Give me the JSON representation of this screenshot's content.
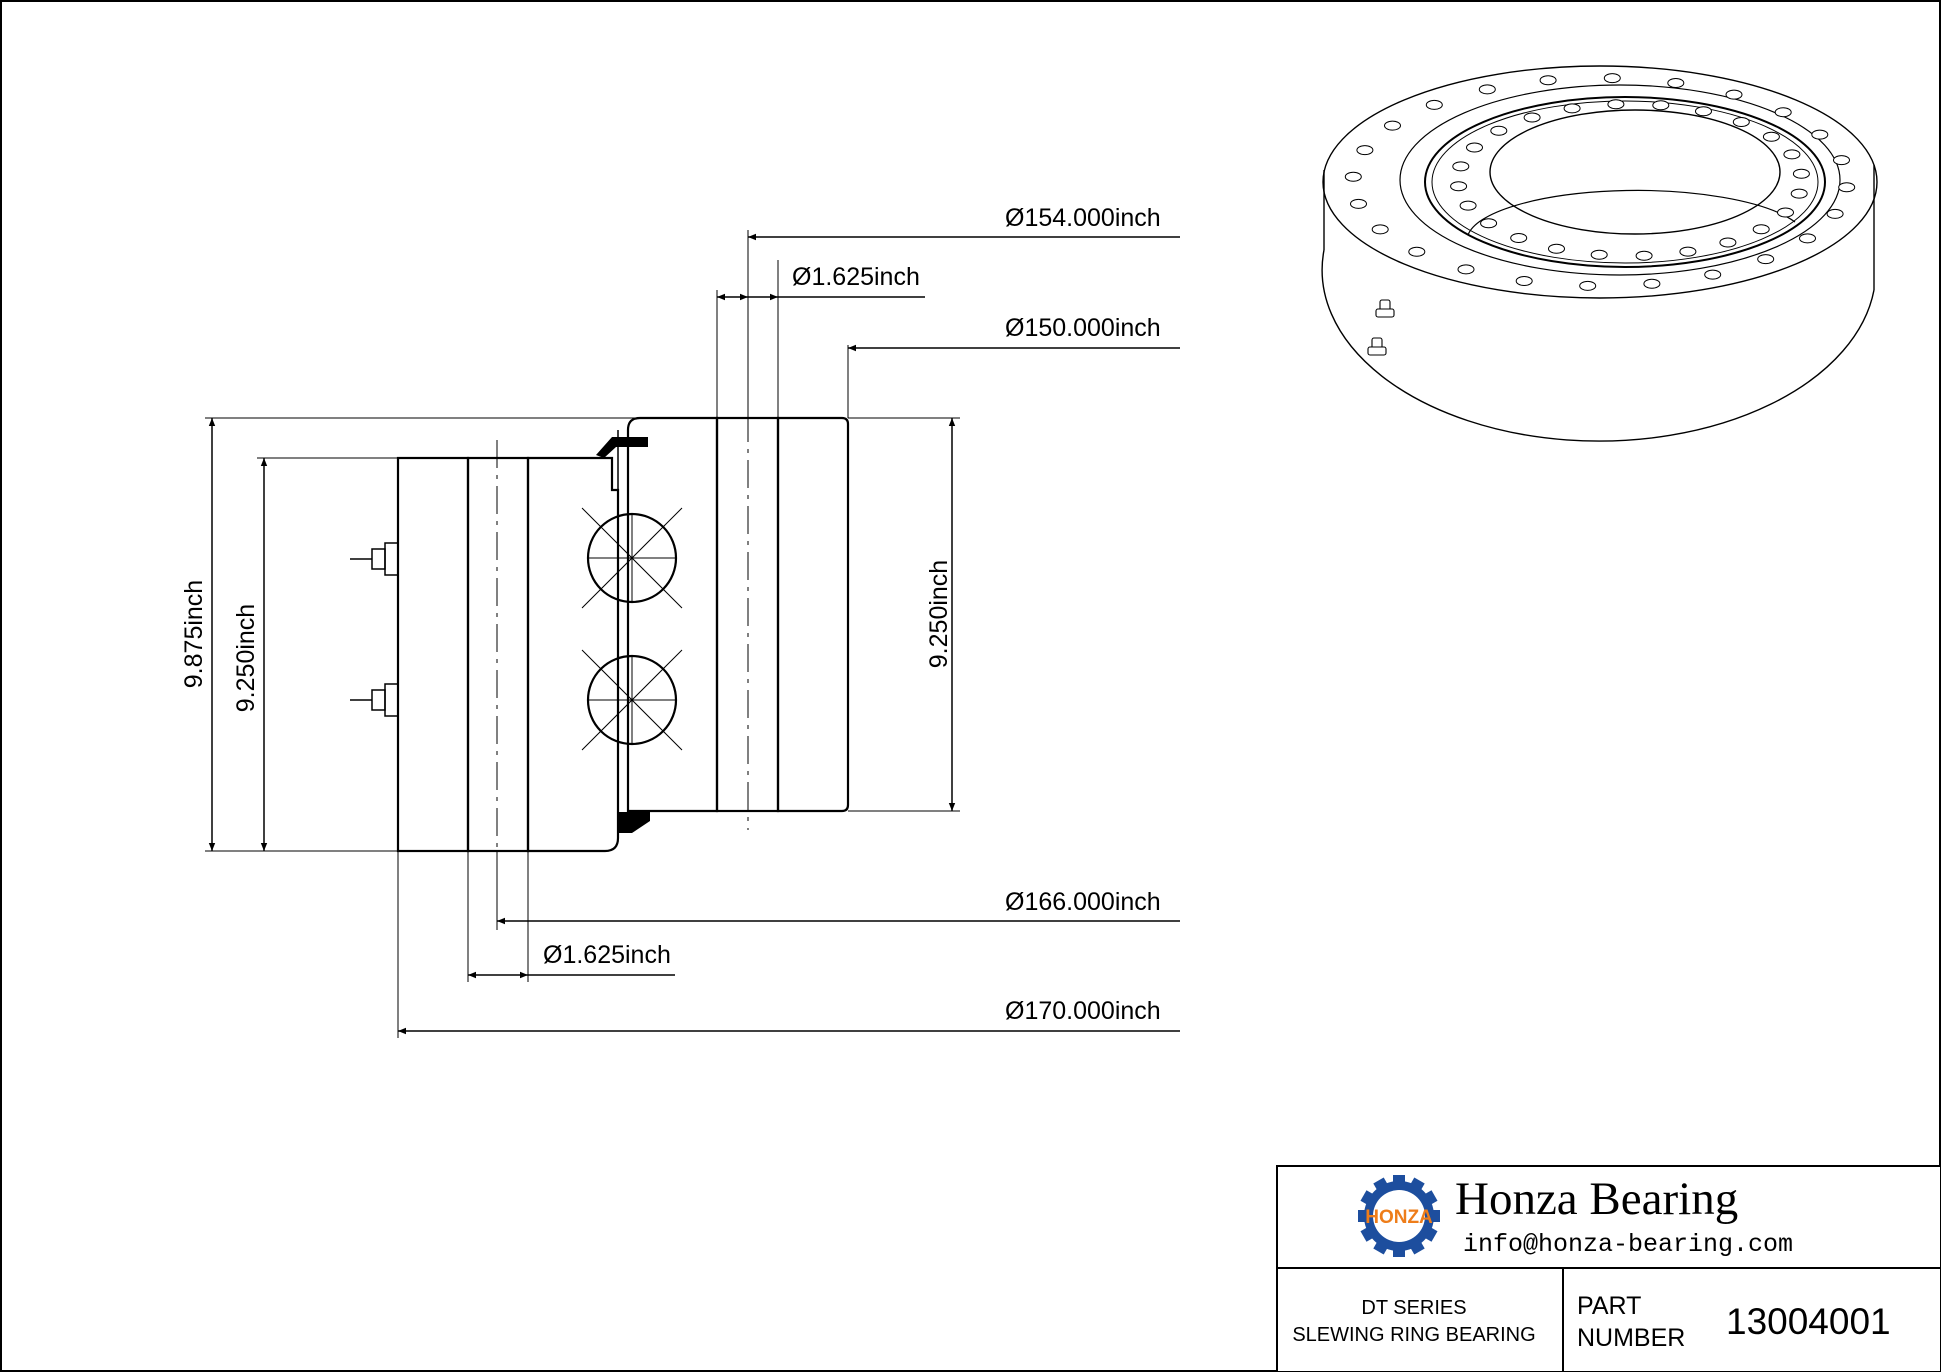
{
  "dimensions": {
    "top": [
      "Ø154.000inch",
      "Ø1.625inch",
      "Ø150.000inch"
    ],
    "bottom": [
      "Ø166.000inch",
      "Ø1.625inch",
      "Ø170.000inch"
    ],
    "height_outer": "9.875inch",
    "height_inner": "9.250inch",
    "height_right": "9.250inch"
  },
  "title_block": {
    "company": "Honza Bearing",
    "email": "info@honza-bearing.com",
    "logo_text": "HONZA",
    "series_line1": "DT SERIES",
    "series_line2": "SLEWING RING BEARING",
    "part_label_line1": "PART",
    "part_label_line2": "NUMBER",
    "part_number": "13004001"
  },
  "colors": {
    "logo_blue": "#1d4e9e",
    "logo_orange": "#ee7d1a"
  }
}
